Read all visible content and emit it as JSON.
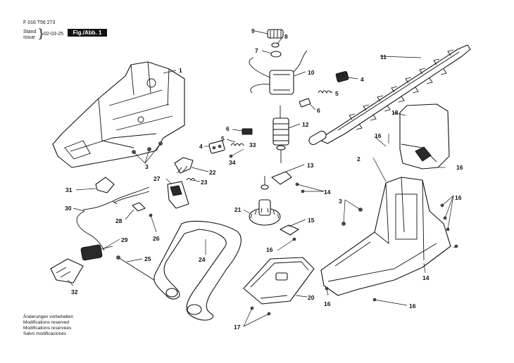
{
  "header": {
    "part_code": "F 016 T56 273",
    "stand_label": "Stand",
    "issue_label": "Issue",
    "brace": "}",
    "date": "02-03-25",
    "figure_label": "Fig./Abb. 1"
  },
  "notes": [
    "Änderungen vorbehalten",
    "Modifications reserved",
    "Modifications reservees",
    "Salvo modificaciones"
  ],
  "callouts": [
    {
      "id": "c1",
      "text": "1"
    },
    {
      "id": "c2",
      "text": "2"
    },
    {
      "id": "c3a",
      "text": "3"
    },
    {
      "id": "c3b",
      "text": "3"
    },
    {
      "id": "c4a",
      "text": "4"
    },
    {
      "id": "c4b",
      "text": "4"
    },
    {
      "id": "c5a",
      "text": "5"
    },
    {
      "id": "c5b",
      "text": "5"
    },
    {
      "id": "c6a",
      "text": "6"
    },
    {
      "id": "c6b",
      "text": "6"
    },
    {
      "id": "c7",
      "text": "7"
    },
    {
      "id": "c8",
      "text": "8"
    },
    {
      "id": "c9",
      "text": "9"
    },
    {
      "id": "c10",
      "text": "10"
    },
    {
      "id": "c11",
      "text": "11"
    },
    {
      "id": "c12",
      "text": "12"
    },
    {
      "id": "c13",
      "text": "13"
    },
    {
      "id": "c14a",
      "text": "14"
    },
    {
      "id": "c14b",
      "text": "14"
    },
    {
      "id": "c15",
      "text": "15"
    },
    {
      "id": "c16a",
      "text": "16"
    },
    {
      "id": "c16b",
      "text": "16"
    },
    {
      "id": "c16c",
      "text": "16"
    },
    {
      "id": "c16d",
      "text": "16"
    },
    {
      "id": "c16e",
      "text": "16"
    },
    {
      "id": "c16f",
      "text": "16"
    },
    {
      "id": "c17",
      "text": "17"
    },
    {
      "id": "c18",
      "text": "18"
    },
    {
      "id": "c20",
      "text": "20"
    },
    {
      "id": "c21",
      "text": "21"
    },
    {
      "id": "c22",
      "text": "22"
    },
    {
      "id": "c23",
      "text": "23"
    },
    {
      "id": "c24",
      "text": "24"
    },
    {
      "id": "c25",
      "text": "25"
    },
    {
      "id": "c26",
      "text": "26"
    },
    {
      "id": "c27",
      "text": "27"
    },
    {
      "id": "c28",
      "text": "28"
    },
    {
      "id": "c29",
      "text": "29"
    },
    {
      "id": "c30",
      "text": "30"
    },
    {
      "id": "c31",
      "text": "31"
    },
    {
      "id": "c32",
      "text": "32"
    },
    {
      "id": "c33",
      "text": "33"
    },
    {
      "id": "c34",
      "text": "34"
    }
  ]
}
